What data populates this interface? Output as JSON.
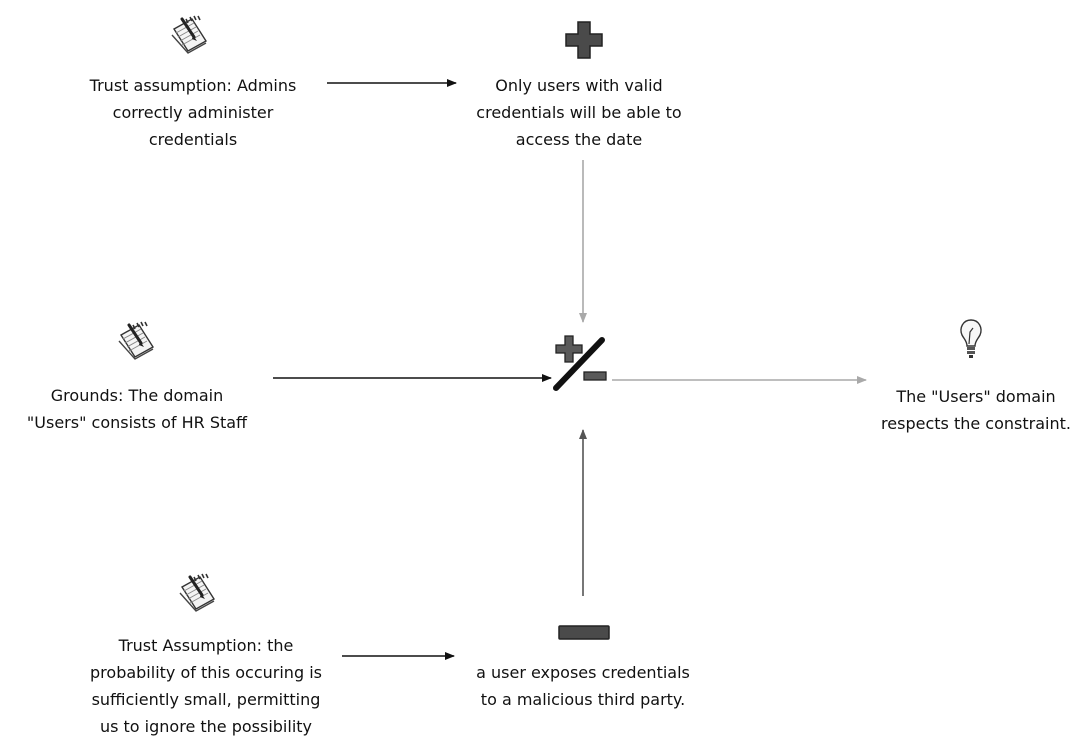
{
  "nodes": {
    "trust_admins": {
      "icon": "notepad-icon",
      "lines": [
        "Trust assumption: Admins",
        "correctly administer",
        "credentials"
      ]
    },
    "claim_valid_users": {
      "icon": "plus-icon",
      "lines": [
        "Only users with valid",
        "credentials will be able to",
        "access the date"
      ]
    },
    "grounds_domain": {
      "icon": "notepad-icon",
      "lines": [
        "Grounds: The domain",
        "\"Users\" consists of HR Staff"
      ]
    },
    "argument_join": {
      "icon": "plus-minus-icon"
    },
    "conclusion": {
      "icon": "lightbulb-icon",
      "lines": [
        "The \"Users\" domain",
        "respects the constraint."
      ]
    },
    "trust_probability": {
      "icon": "notepad-icon",
      "lines": [
        "Trust Assumption: the",
        "probability of this occuring is",
        "sufficiently small, permitting",
        "us to ignore the possibility"
      ]
    },
    "rebuttal_exposure": {
      "icon": "minus-icon",
      "lines": [
        "a user exposes credentials",
        "to a malicious third party."
      ]
    }
  },
  "colors": {
    "arrow_dark": "#111111",
    "arrow_light": "#a9a9a9",
    "icon_fill": "#4a4a4a"
  }
}
